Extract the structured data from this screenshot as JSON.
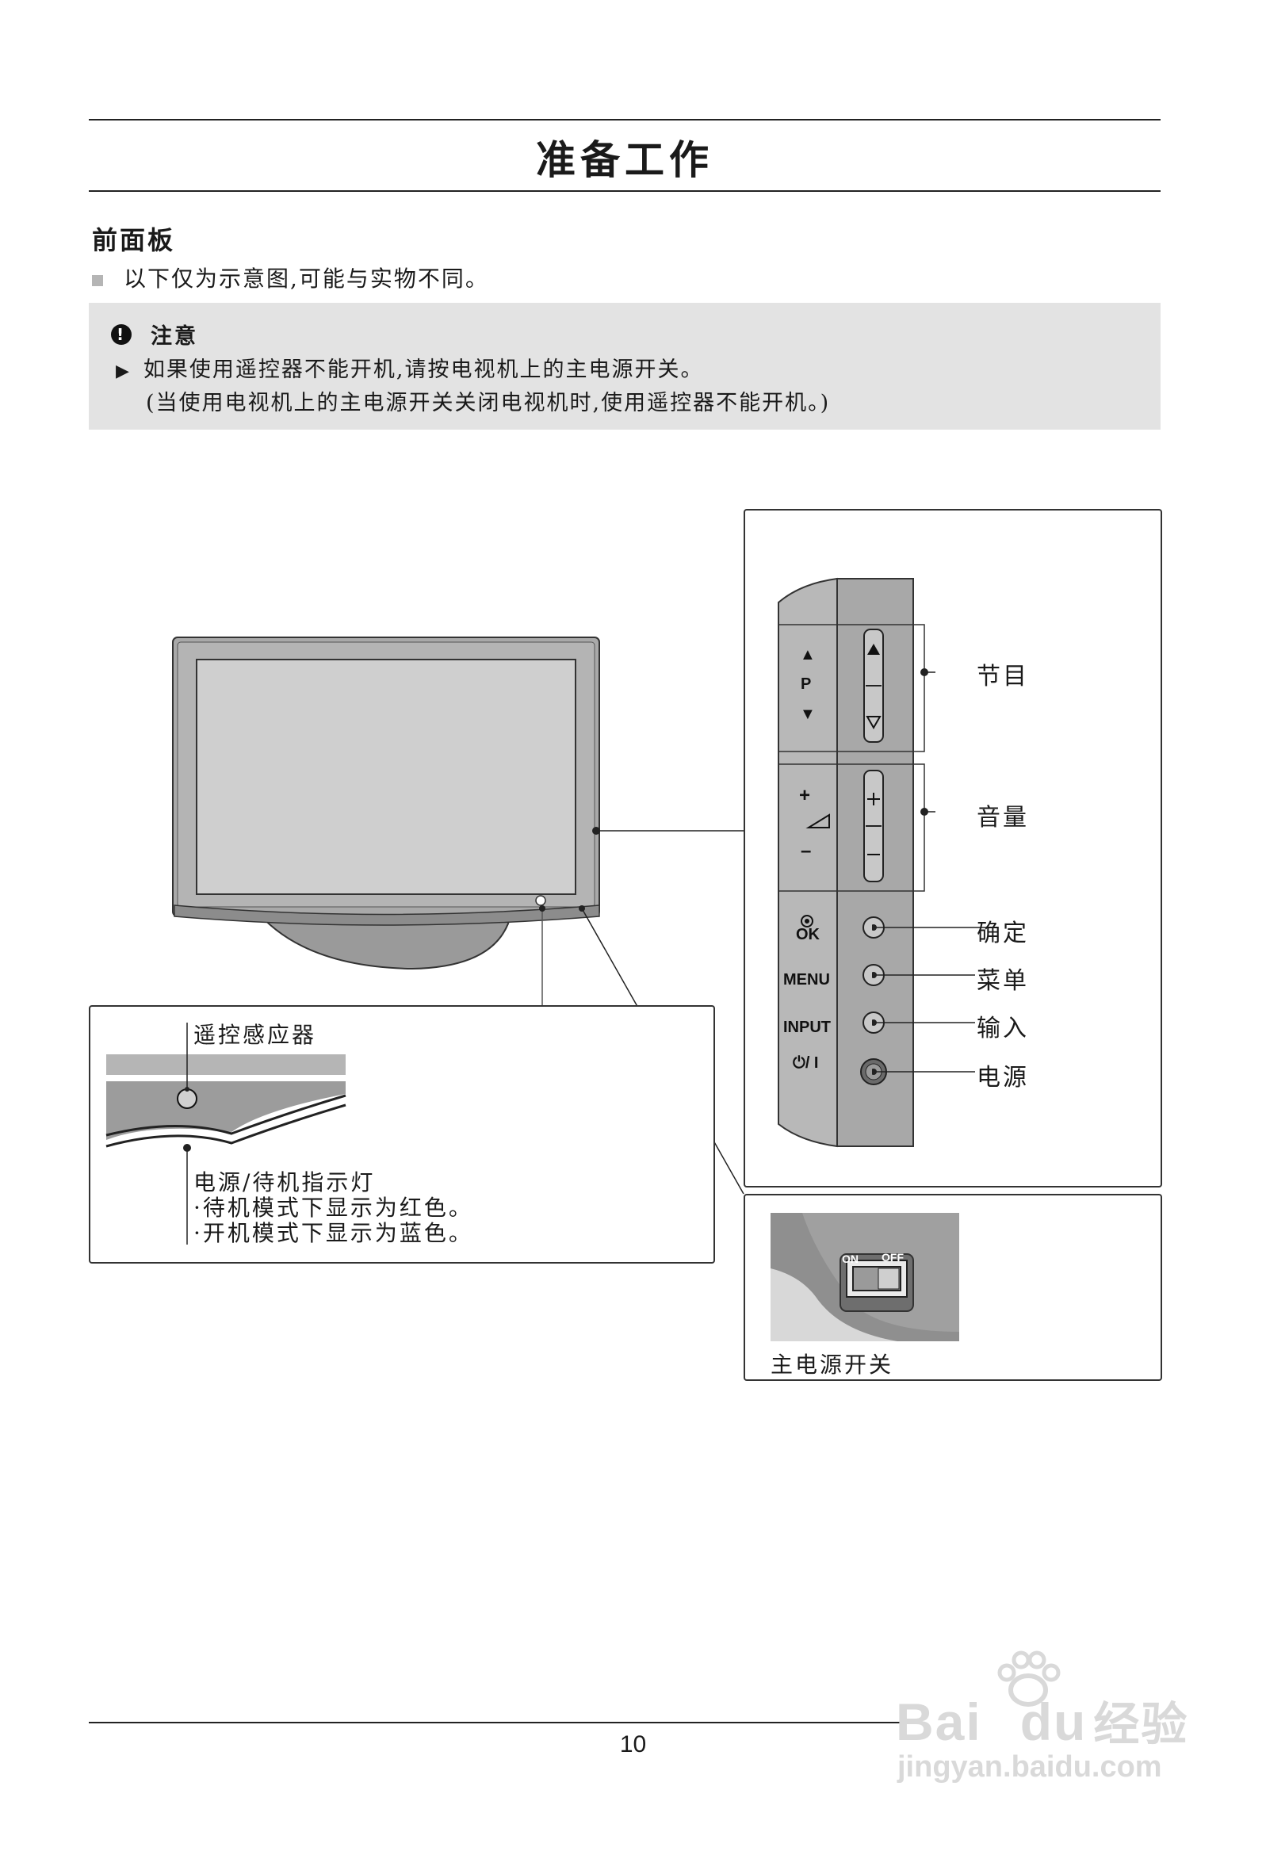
{
  "page": {
    "title": "准备工作",
    "section_heading": "前面板",
    "intro": "以下仅为示意图,可能与实物不同。",
    "page_number": "10"
  },
  "note": {
    "heading": "注意",
    "line1": "如果使用遥控器不能开机,请按电视机上的主电源开关。",
    "line2": "(当使用电视机上的主电源开关关闭电视机时,使用遥控器不能开机。)"
  },
  "side_panel": {
    "labels": [
      "节目",
      "音量",
      "确定",
      "菜单",
      "输入",
      "电源"
    ],
    "button_marks": {
      "program": [
        "▲",
        "P",
        "▼"
      ],
      "volume_plus": "+",
      "volume_minus": "–",
      "ok": "OK",
      "menu": "MENU",
      "input": "INPUT",
      "power": "⏻/ I"
    }
  },
  "detail_box": {
    "sensor_label": "遥控感应器",
    "indicator_label": "电源/待机指示灯",
    "indicator_line1": "·待机模式下显示为红色。",
    "indicator_line2": "·开机模式下显示为蓝色。"
  },
  "switch_box": {
    "label": "主电源开关",
    "on_text": "ON",
    "off_text": "OFF"
  },
  "watermark": {
    "brand": "Bai",
    "brand2": "du",
    "brand3": "经验",
    "url": "jingyan.baidu.com"
  }
}
